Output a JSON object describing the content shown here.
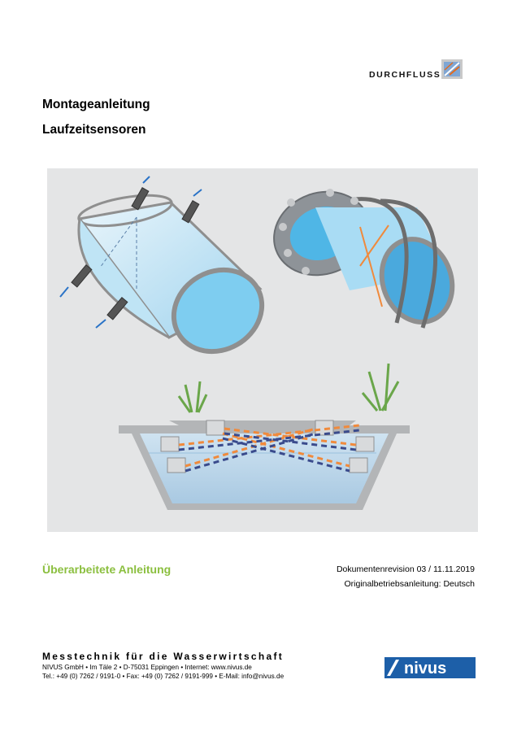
{
  "header": {
    "category": "DURCHFLUSS"
  },
  "title": "Montageanleitung",
  "subtitle": "Laufzeitsensoren",
  "revised_label": "Überarbeitete Anleitung",
  "document": {
    "revision": "Dokumentenrevision 03 / 11.11.2019",
    "original": "Originalbetriebsanleitung: Deutsch"
  },
  "footer": {
    "tagline": "Messtechnik für die Wasserwirtschaft",
    "address": "NIVUS GmbH • Im Täle 2 • D-75031 Eppingen • Internet: www.nivus.de",
    "contact": "Tel.: +49 (0) 7262 / 9191-0 • Fax: +49 (0) 7262 / 9191-999 • E-Mail: info@nivus.de"
  },
  "logo": {
    "text": "nivus"
  },
  "colors": {
    "accent_green": "#8bbf3f",
    "logo_blue": "#1d5fa8",
    "water_blue": "#6fc1e3",
    "path_orange": "#f08a3c",
    "path_navy": "#3a4b8c"
  }
}
